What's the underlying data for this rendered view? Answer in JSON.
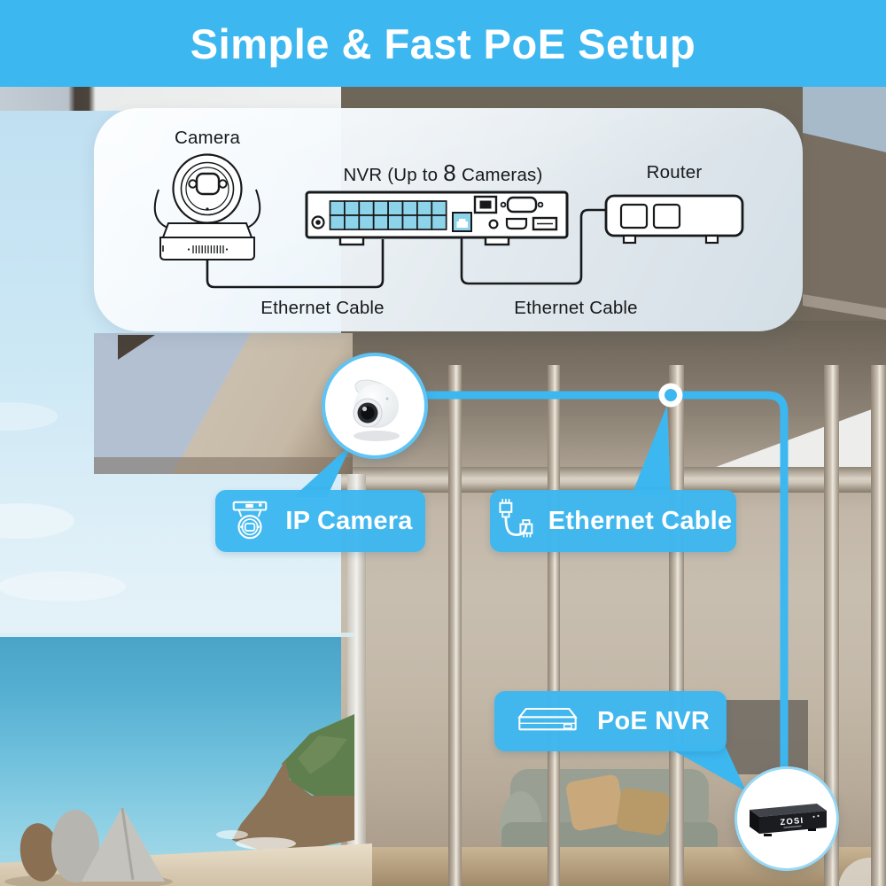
{
  "header": {
    "title": "Simple & Fast PoE Setup"
  },
  "diagram": {
    "camera_label": "Camera",
    "nvr_label": {
      "prefix": "NVR (Up to",
      "count": "8",
      "suffix": "Cameras)"
    },
    "router_label": "Router",
    "cable_label_left": "Ethernet Cable",
    "cable_label_right": "Ethernet Cable",
    "nvr_ports": {
      "poe_rows": 2,
      "poe_cols": 8
    }
  },
  "callouts": {
    "ip_camera": {
      "label": "IP Camera",
      "icon": "turret-camera-icon"
    },
    "ethernet_cable": {
      "label": "Ethernet Cable",
      "icon": "ethernet-cable-icon"
    },
    "poe_nvr": {
      "label": "PoE NVR",
      "icon": "nvr-box-icon"
    }
  },
  "device": {
    "brand": "ZOSI"
  },
  "colors": {
    "accent_blue": "#3DB7F0",
    "port_blue": "#8DD3EA"
  }
}
